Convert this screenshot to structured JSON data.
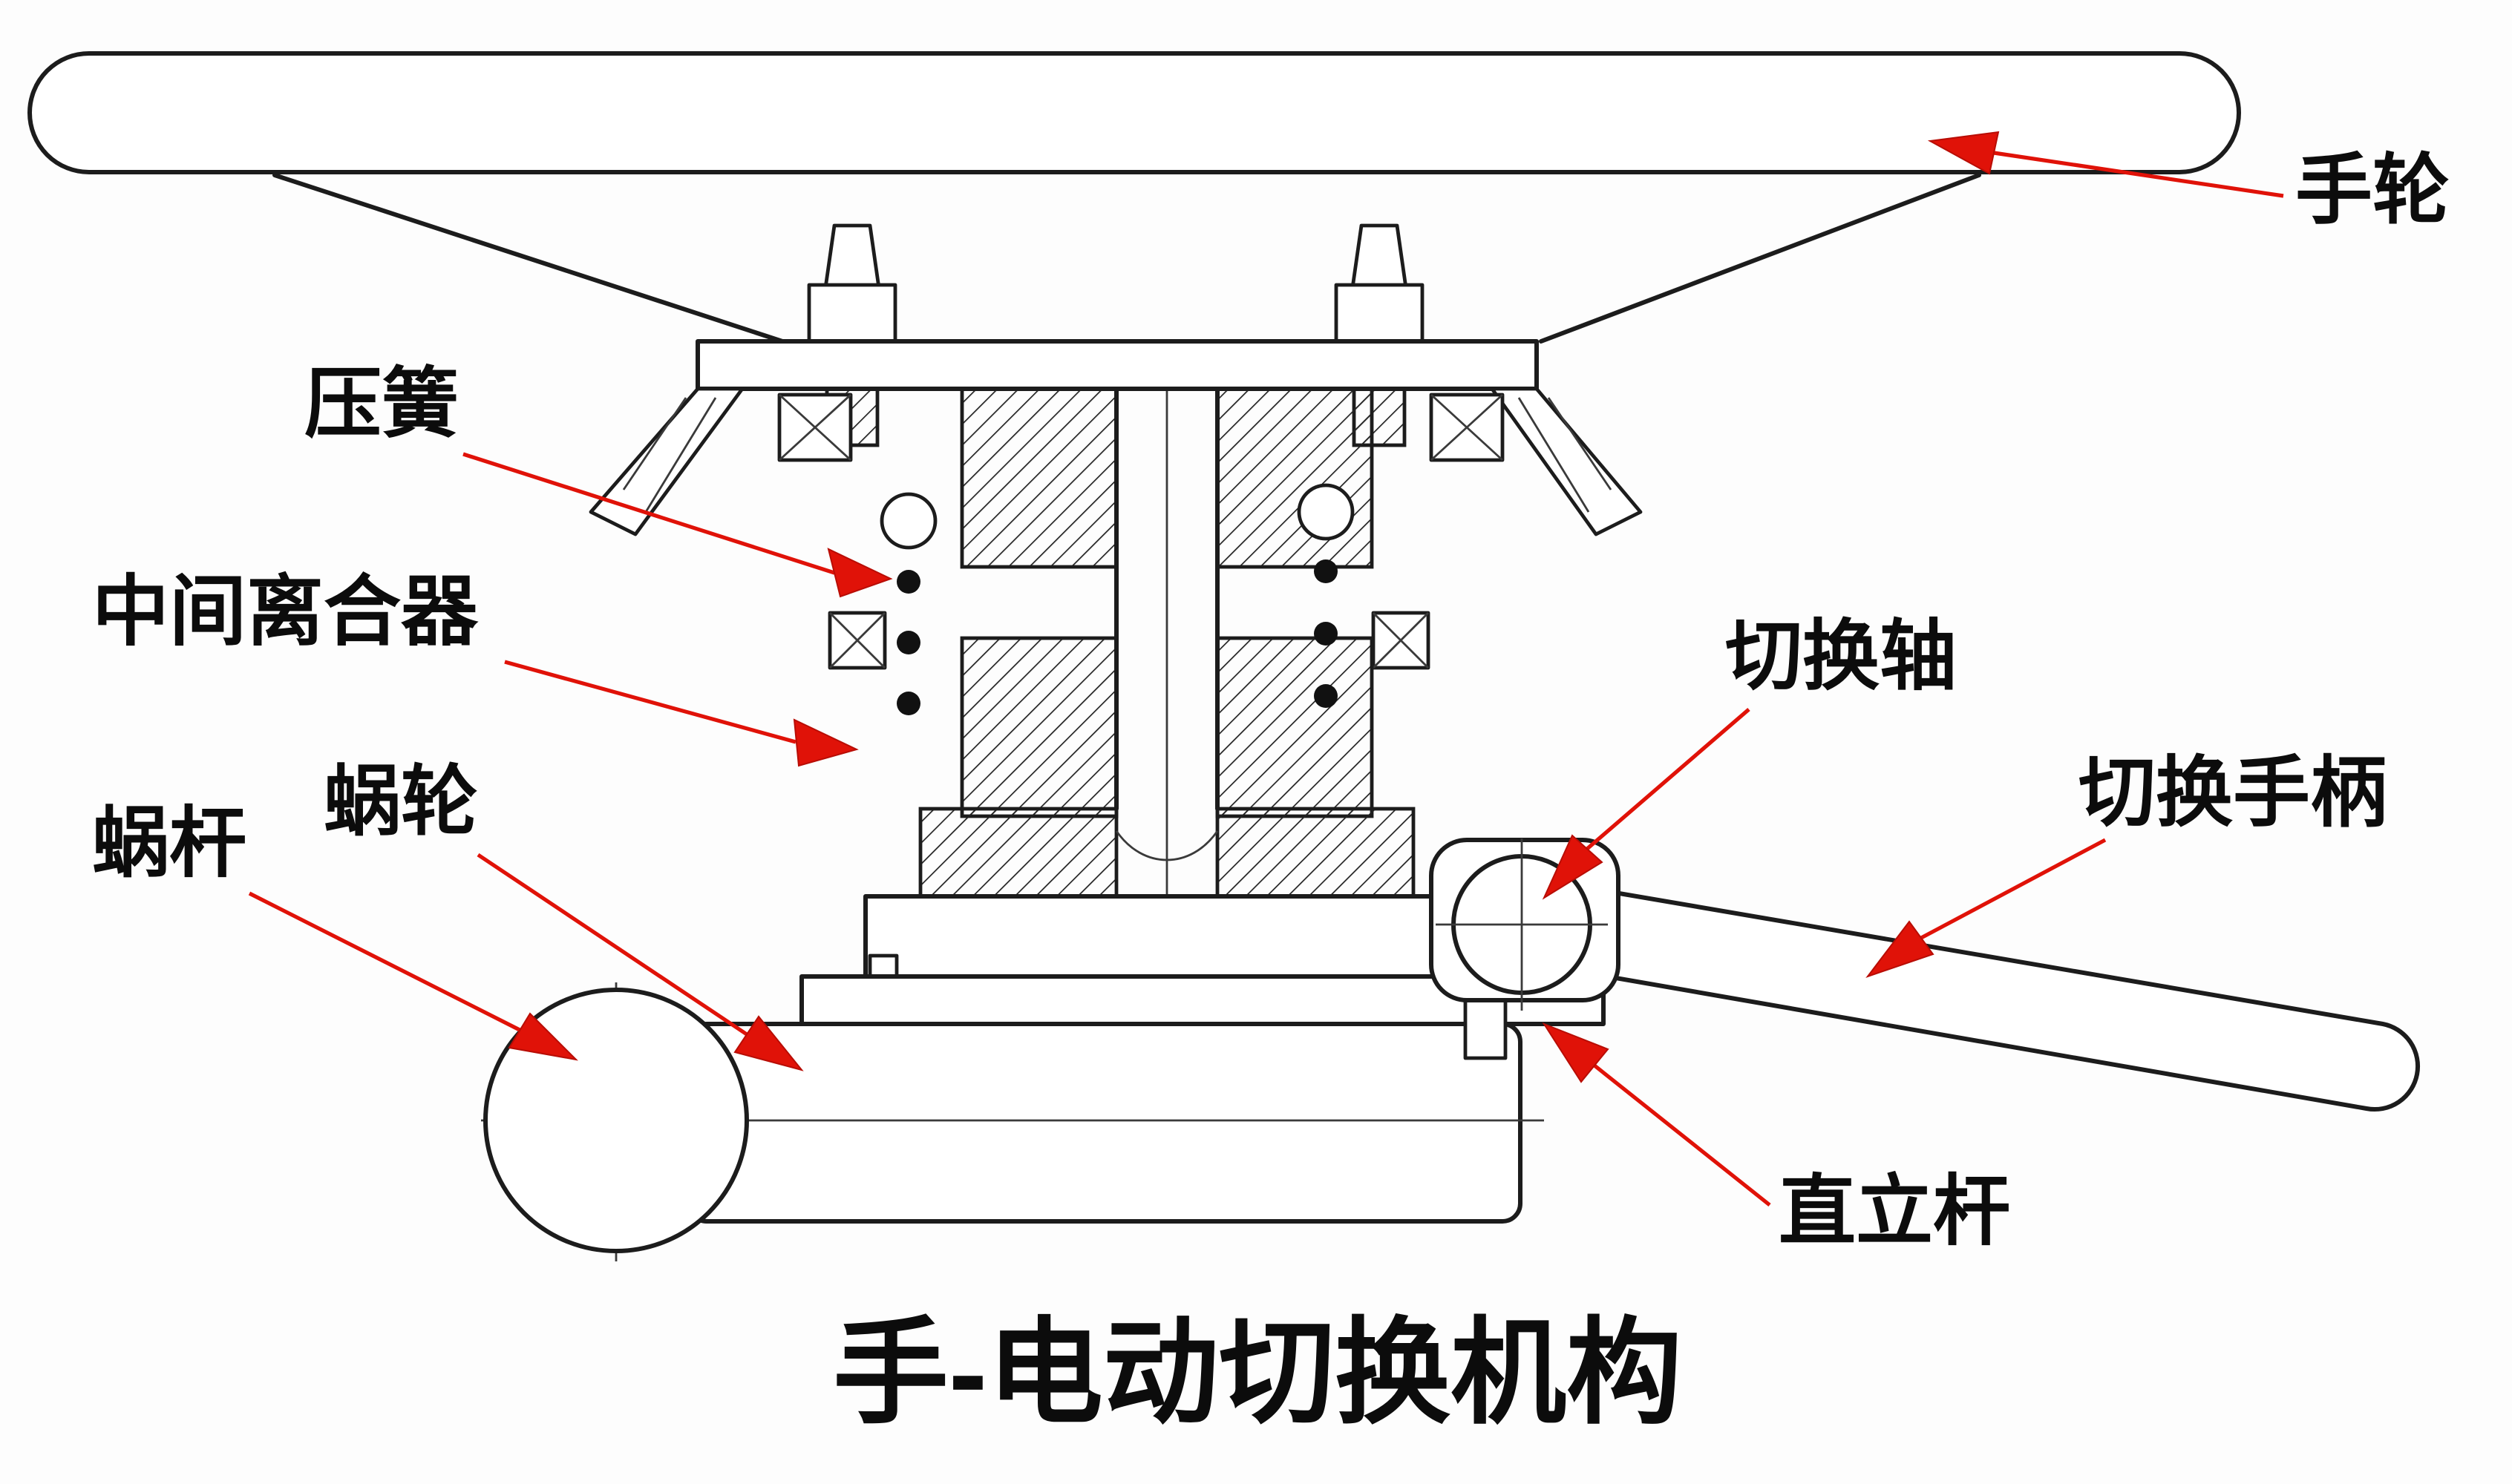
{
  "diagram": {
    "title": "手-电动切换机构",
    "labels": {
      "handwheel": "手轮",
      "compression_spring": "压簧",
      "intermediate_clutch": "中间离合器",
      "worm": "蜗杆",
      "worm_wheel": "蜗轮",
      "switching_shaft": "切换轴",
      "switching_handle": "切换手柄",
      "vertical_rod": "直立杆"
    },
    "colors": {
      "line": "#1c1c1c",
      "arrow": "#e01208",
      "background": "#fdfdfd"
    }
  }
}
